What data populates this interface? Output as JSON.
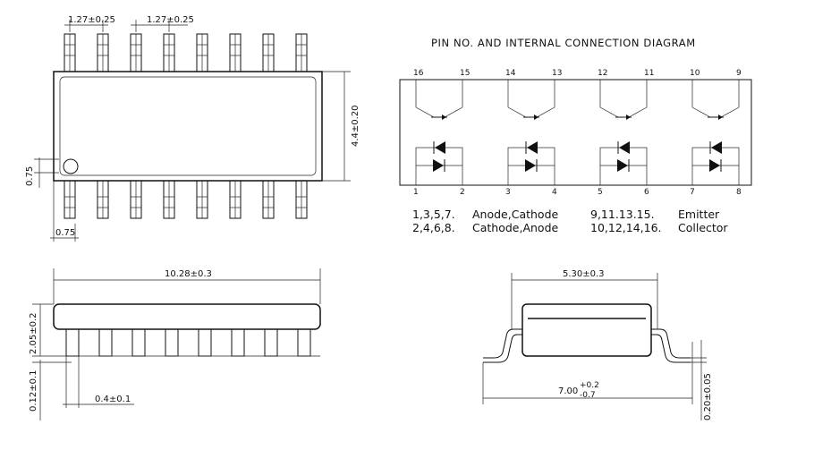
{
  "diagram": {
    "title": "PIN NO. AND INTERNAL CONNECTION DIAGRAM",
    "top_view": {
      "pitch_left": "1.27±0.25",
      "pitch_right": "1.27±0.25",
      "body_width": "4.4±0.20",
      "pin1_marker_offset": "0.75",
      "pin_width": "0.75"
    },
    "side_view": {
      "length": "10.28±0.3",
      "height": "2.05±0.2",
      "standoff": "0.12±0.1",
      "pin_width": "0.4±0.1"
    },
    "end_view": {
      "body_width": "5.30±0.3",
      "overall_main": "7.00",
      "tol_plus": "+0.2",
      "tol_minus": "-0.7",
      "lead_thickness": "0.20±0.05"
    },
    "pins_top": [
      "16",
      "15",
      "14",
      "13",
      "12",
      "11",
      "10",
      "9"
    ],
    "pins_bottom": [
      "1",
      "2",
      "3",
      "4",
      "5",
      "6",
      "7",
      "8"
    ],
    "legend": [
      {
        "pins": "1,3,5,7.",
        "func": "Anode,Cathode"
      },
      {
        "pins": "2,4,6,8.",
        "func": "Cathode,Anode"
      },
      {
        "pins": "9,11.13.15.",
        "func": "Emitter"
      },
      {
        "pins": "10,12,14,16.",
        "func": "Collector"
      }
    ]
  }
}
